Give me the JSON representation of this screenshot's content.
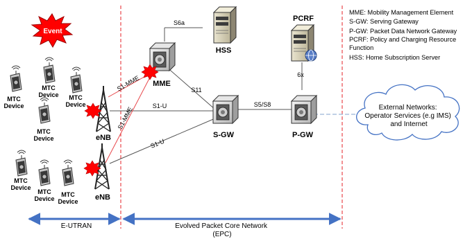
{
  "event_label": "Event",
  "nodes": {
    "mme": "MME",
    "hss": "HSS",
    "pcrf": "PCRF",
    "sgw": "S-GW",
    "pgw": "P-GW",
    "enb_top": "eNB",
    "enb_bottom": "eNB",
    "external": [
      "External Networks:",
      "Operator Services (e.g IMS)",
      "and Internet"
    ]
  },
  "mtc": {
    "line1": "MTC",
    "line2": "Device"
  },
  "interfaces": {
    "s6a": "S6a",
    "s11": "S11",
    "s5s8": "S5/S8",
    "gx": "6x",
    "s1mme_top": "S1-MME",
    "s1mme_bottom": "S1-MME",
    "s1u_top": "S1-U",
    "s1u_bottom": "S1-U"
  },
  "legend": [
    "MME: Mobility Management Element",
    "S-GW: Serving Gateway",
    "P-GW: Packet Data Network Gateway",
    "PCRF: Policy and Charging Resource",
    "Function",
    "HSS: Home Subscription Server"
  ],
  "bottom": {
    "eutran": "E-UTRAN",
    "epc_line1": "Evolved Packet Core Network",
    "epc_line2": "(EPC)"
  },
  "colors": {
    "divider": "#e8474b",
    "arrow": "#4472c4",
    "event": "#ff0000",
    "s1mme_line": "#e8474b"
  }
}
